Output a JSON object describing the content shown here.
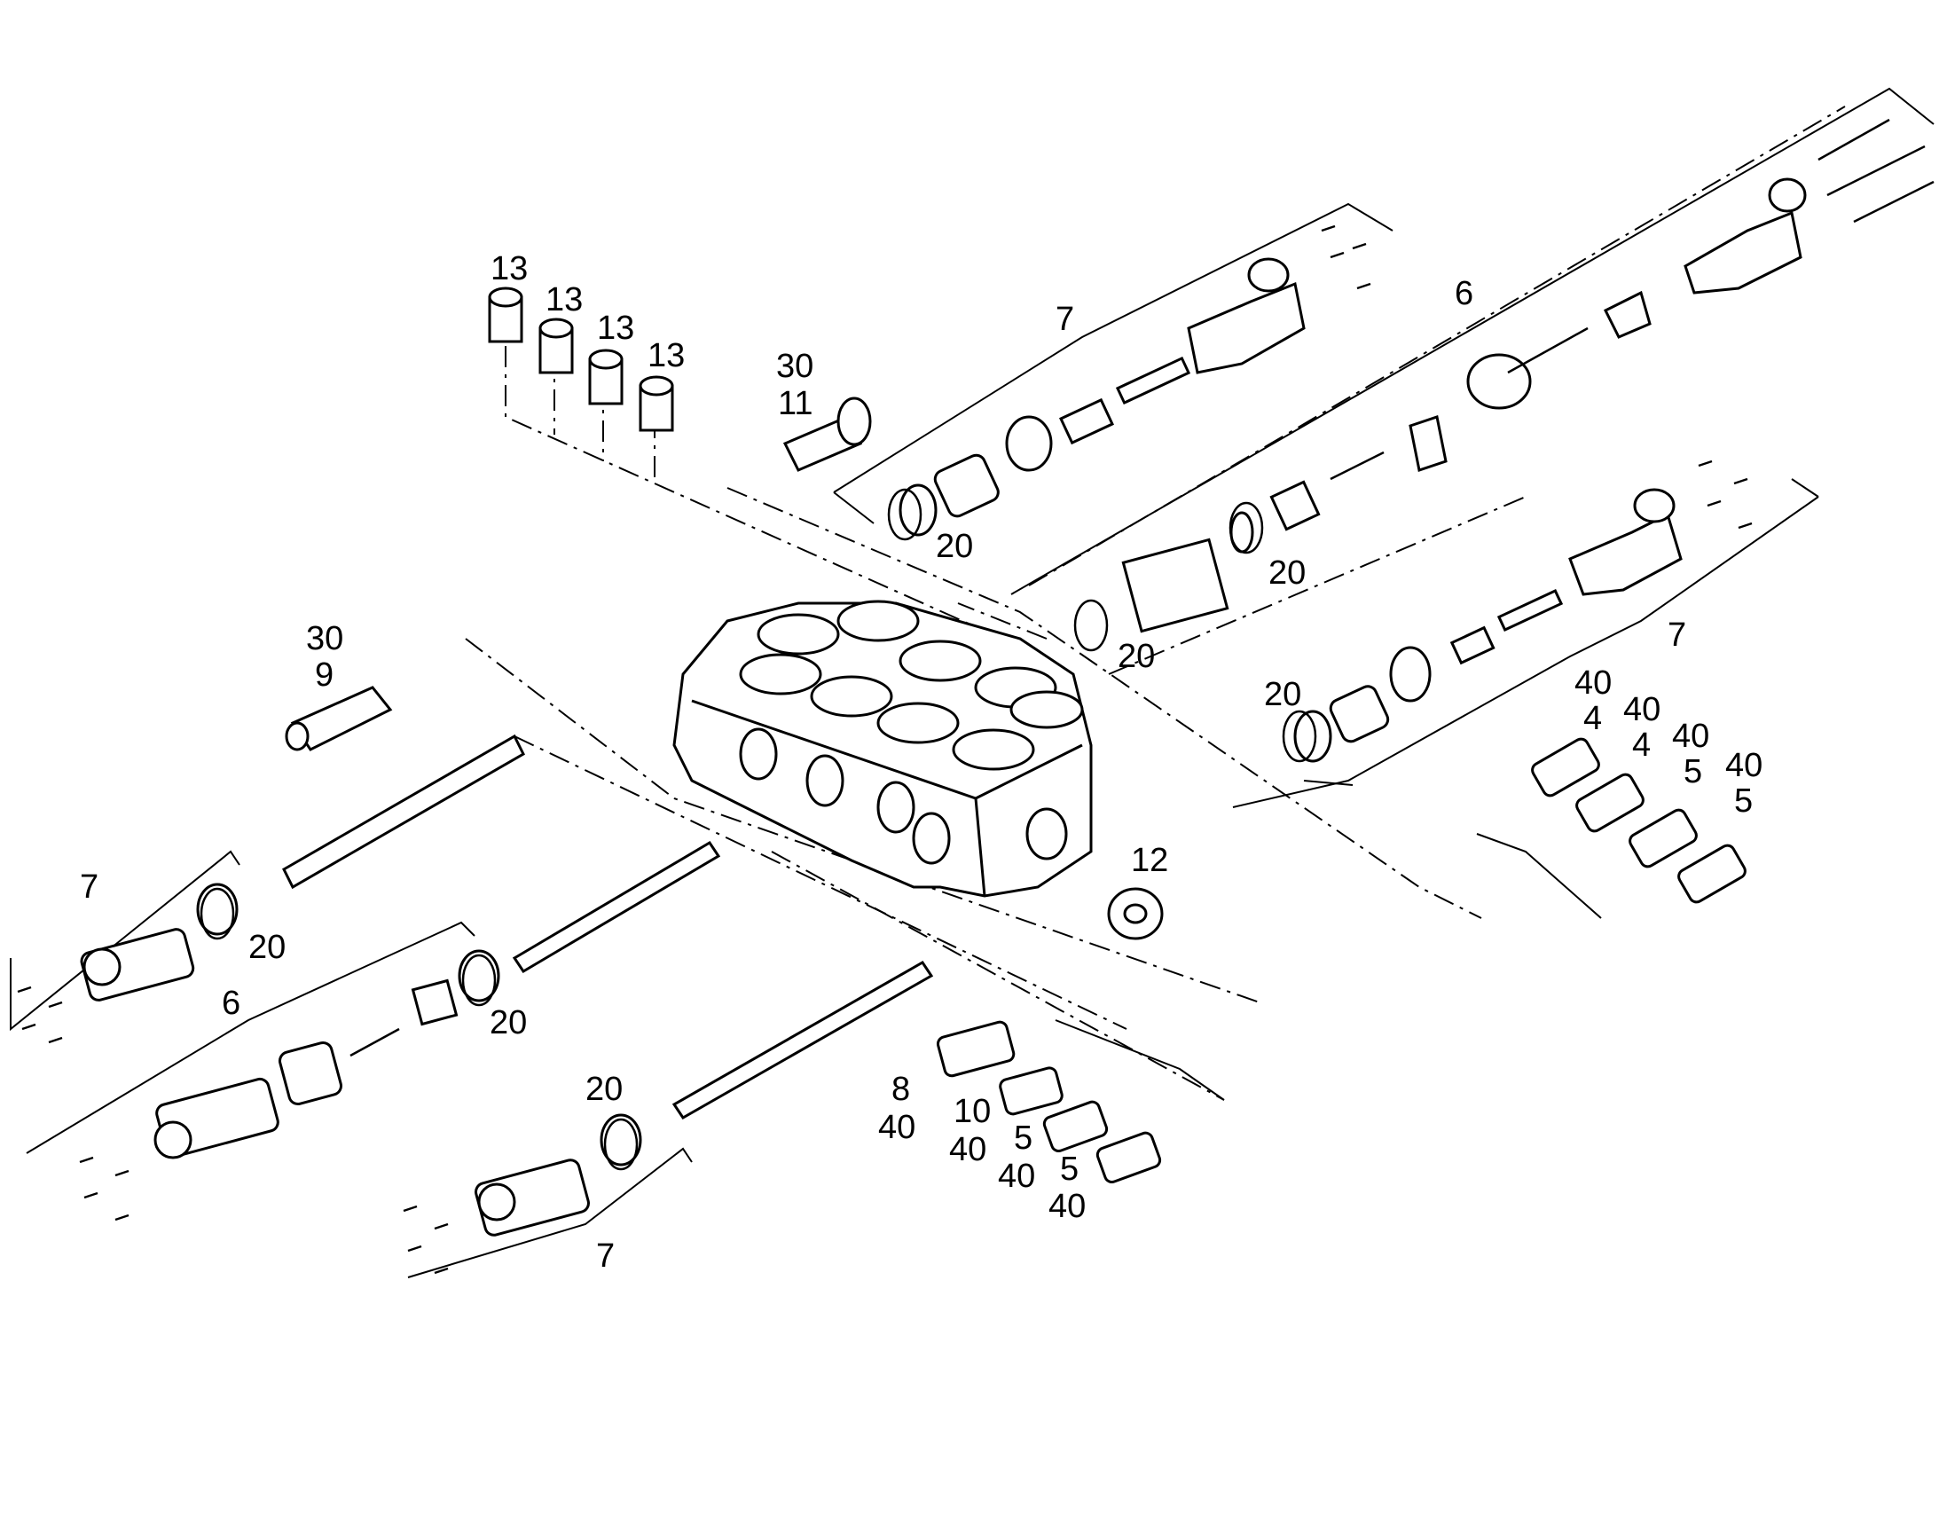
{
  "diagram": {
    "callouts": {
      "c13a": "13",
      "c13b": "13",
      "c13c": "13",
      "c13d": "13",
      "c30a": "30",
      "c11": "11",
      "c7_top": "7",
      "c6_top": "6",
      "c20_a": "20",
      "c20_b": "20",
      "c20_c": "20",
      "c20_d": "20",
      "c7_right": "7",
      "c40_r1": "40",
      "c4_r1": "4",
      "c40_r2": "40",
      "c4_r2": "4",
      "c40_r3": "40",
      "c5_r3": "5",
      "c40_r4": "40",
      "c5_r4": "5",
      "c30b": "30",
      "c9": "9",
      "c7_left": "7",
      "c20_left": "20",
      "c6_left": "6",
      "c20_left2": "20",
      "c12": "12",
      "c20_bottom": "20",
      "c7_bottom": "7",
      "c8": "8",
      "c40_b1": "40",
      "c10": "10",
      "c40_b2": "40",
      "c5_b3": "5",
      "c40_b3": "40",
      "c5_b4": "5",
      "c40_b4": "40"
    }
  }
}
